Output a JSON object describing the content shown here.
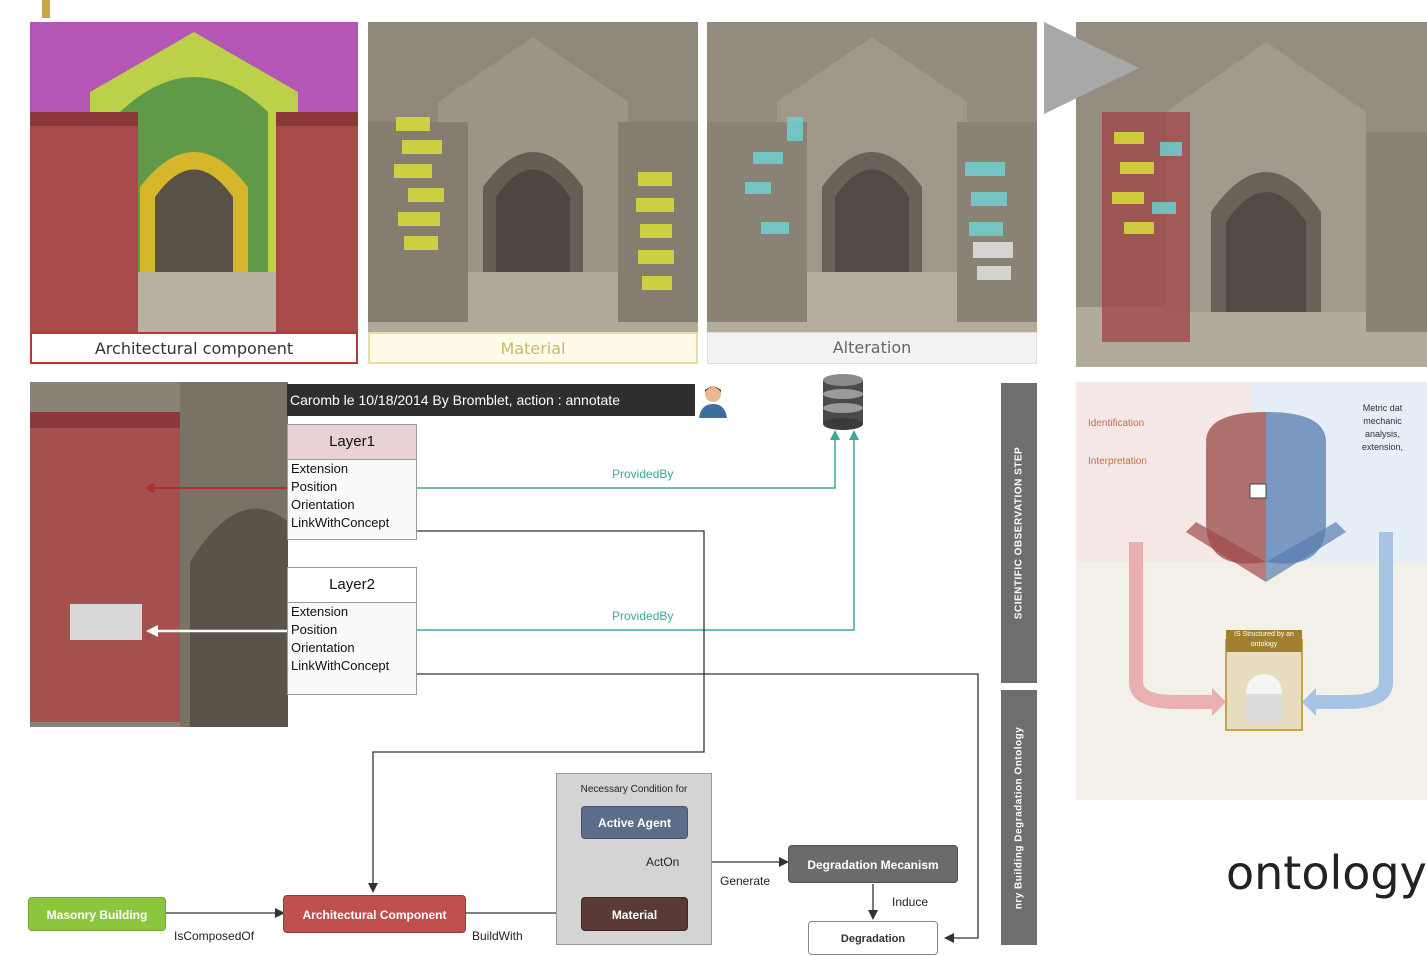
{
  "photos": {
    "architectural_caption": "Architectural component",
    "material_caption": "Material",
    "alteration_caption": "Alteration"
  },
  "annotation": {
    "header": "Caromb le 10/18/2014 By Bromblet, action : annotate",
    "layer1": {
      "title": "Layer1",
      "props": [
        "Extension",
        "Position",
        "Orientation",
        "LinkWithConcept"
      ]
    },
    "layer2": {
      "title": "Layer2",
      "props": [
        "Extension",
        "Position",
        "Orientation",
        "LinkWithConcept"
      ]
    },
    "provided_by_1": "ProvidedBy",
    "provided_by_2": "ProvidedBy"
  },
  "sidebar": {
    "observation_step": "SCIENTIFIC OBSERVATION STEP",
    "ontology": "nry Building Degradation Ontology"
  },
  "ontology_diagram": {
    "masonry_building": "Masonry Building",
    "architectural_component": "Architectural Component",
    "material": "Material",
    "active_agent": "Active Agent",
    "necessary_condition": "Necessary Condition for",
    "degradation_mecanism": "Degradation Mecanism",
    "degradation": "Degradation",
    "is_composed_of": "IsComposedOf",
    "build_with": "BuildWith",
    "act_on": "ActOn",
    "generate": "Generate",
    "induce": "Induce"
  },
  "right_panel": {
    "identification": "Identification",
    "interpretation": "Interpretation",
    "metric_text": [
      "Metric dat",
      "mechanic",
      "analysis,",
      "extension,"
    ],
    "structured_label": "IS Structured by an ontology",
    "ontology_word": "ontology"
  },
  "colors": {
    "masonry_green": "#8cc63f",
    "component_red": "#c0504d",
    "material_brown": "#5a3a36",
    "agent_slate": "#5c6d8a",
    "mecanism_gray": "#6b6b6b",
    "teal_link": "#3aa89a",
    "accent_gold": "#c8a44a"
  }
}
